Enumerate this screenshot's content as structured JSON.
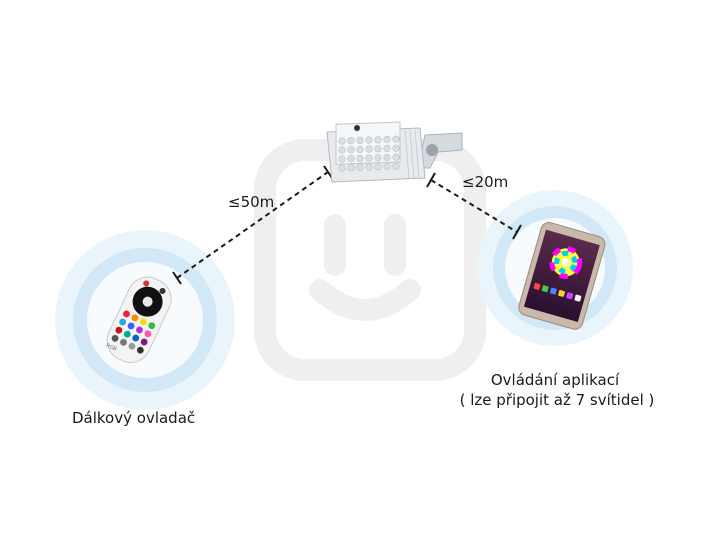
{
  "labels": {
    "distance_remote": "≤50m",
    "distance_app": "≤20m",
    "remote_caption": "Dálkový ovladač",
    "app_caption_line1": "Ovládání aplikací",
    "app_caption_line2": "( lze připojit až 7 svítidel )"
  },
  "colors": {
    "halo_outer": "#e9f4fb",
    "halo_inner": "#cfe6f5",
    "dashed_line": "#1a1a1a",
    "device_body": "#e6e9ec",
    "remote_body": "#f4f4f4",
    "phone_body": "#c8b8aa"
  },
  "icons": {
    "lamp": "led-floodlight-icon",
    "remote": "rgb-remote-control-icon",
    "phone": "smartphone-app-icon",
    "watermark": "plug-watermark-icon"
  }
}
